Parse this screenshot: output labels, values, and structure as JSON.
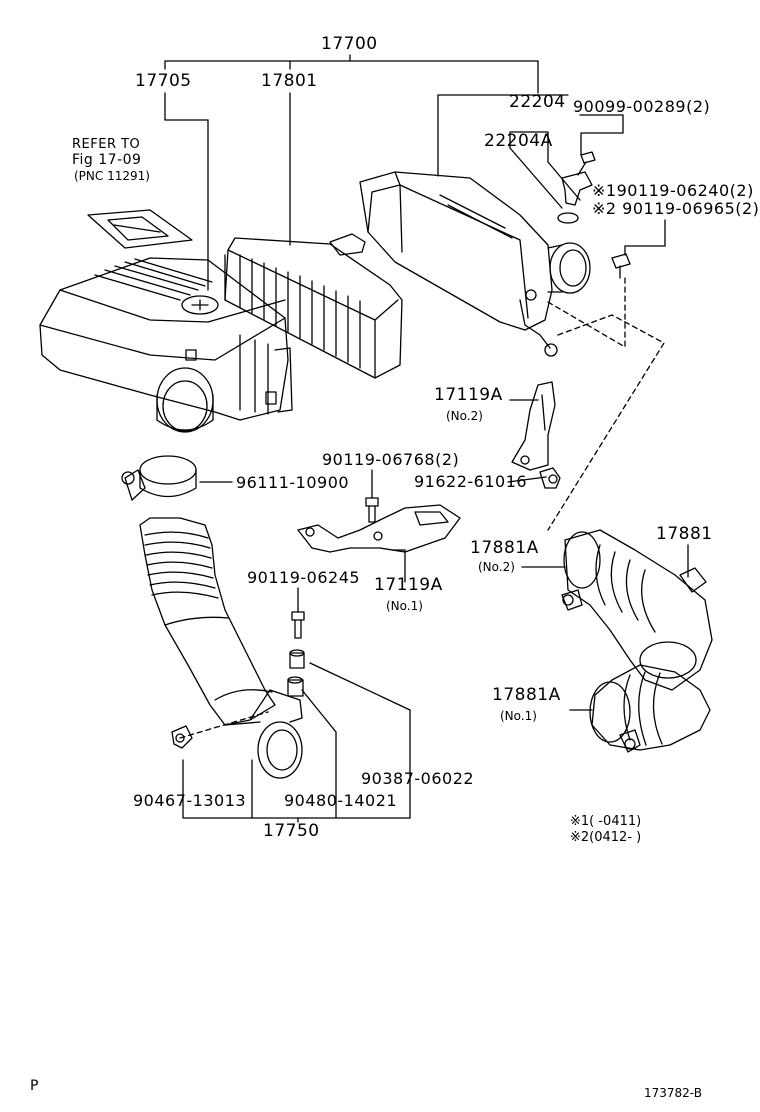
{
  "labels": {
    "assy_17700": "17700",
    "cap_17705": "17705",
    "element_17801": "17801",
    "meter_22204": "22204",
    "screw_90099": "90099-00289(2)",
    "gasket_22204a": "22204A",
    "bolt_90119_06240": "※190119-06240(2)",
    "bolt_90119_06965": "※2 90119-06965(2)",
    "bracket_17119a_no2": "17119A",
    "bracket_17119a_no2_sub": "(No.2)",
    "bolt_90119_06768": "90119-06768(2)",
    "nut_91622": "91622-61016",
    "clamp_96111": "96111-10900",
    "bracket_17119a_no1": "17119A",
    "bracket_17119a_no1_sub": "(No.1)",
    "bolt_90119_06245": "90119-06245",
    "hose_17881a_no2": "17881A",
    "hose_17881a_no2_sub": "(No.2)",
    "hose_17881": "17881",
    "hose_17881a_no1": "17881A",
    "hose_17881a_no1_sub": "(No.1)",
    "grommet_90387": "90387-06022",
    "clamp_90467": "90467-13013",
    "cushion_90480": "90480-14021",
    "hose_assy_17750": "17750"
  },
  "refer": {
    "line1": "REFER TO",
    "line2": "Fig 17-09",
    "line3": "(PNC 11291)"
  },
  "notes": {
    "note1": "※1(      -0411)",
    "note2": "※2(0412-      )"
  },
  "footer": {
    "page_mark": "P",
    "drawing_no": "173782-B"
  }
}
